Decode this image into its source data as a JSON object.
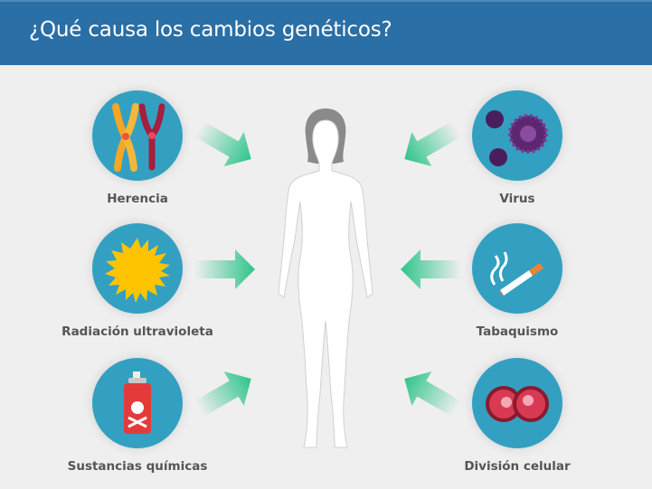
{
  "header": {
    "title": "¿Qué causa los cambios genéticos?"
  },
  "causes": [
    {
      "label": "Herencia",
      "icon": "chromosome-icon"
    },
    {
      "label": "Radiación ultravioleta",
      "icon": "sun-icon"
    },
    {
      "label": "Sustancias químicas",
      "icon": "spray-can-icon"
    },
    {
      "label": "Virus",
      "icon": "virus-icon"
    },
    {
      "label": "Tabaquismo",
      "icon": "cigarette-icon"
    },
    {
      "label": "División celular",
      "icon": "cell-division-icon"
    }
  ],
  "colors": {
    "header": "#2a6fa5",
    "circle": "#33a0c2",
    "arrow": "#2ec48a",
    "background": "#efefef"
  }
}
